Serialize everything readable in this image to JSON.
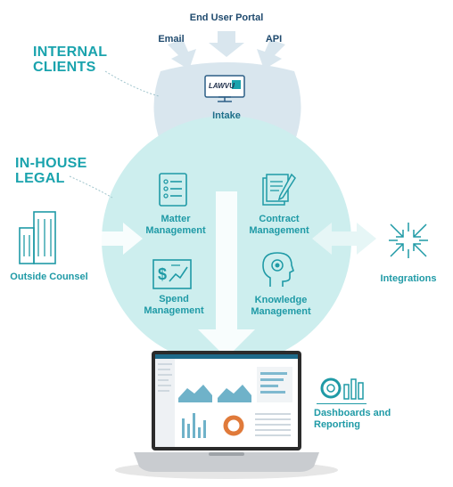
{
  "top": {
    "end_user_portal": "End User Portal",
    "email": "Email",
    "api": "API"
  },
  "internal_clients": {
    "line1": "INTERNAL",
    "line2": "CLIENTS"
  },
  "intake": {
    "logo_text": "LAWVU",
    "label": "Intake"
  },
  "in_house_legal": {
    "line1": "IN-HOUSE",
    "line2": "LEGAL"
  },
  "modules": {
    "matter": {
      "line1": "Matter",
      "line2": "Management"
    },
    "contract": {
      "line1": "Contract",
      "line2": "Management"
    },
    "spend": {
      "line1": "Spend",
      "line2": "Management"
    },
    "knowledge": {
      "line1": "Knowledge",
      "line2": "Management"
    }
  },
  "outside_counsel": "Outside Counsel",
  "integrations": "Integrations",
  "dashboards": {
    "line1": "Dashboards and",
    "line2": "Reporting"
  },
  "colors": {
    "top_shape": "#d9e6ee",
    "main_circle": "#cdeeee",
    "teal_text": "#1f9aa6",
    "dark_text": "#1f4a6e",
    "icon_stroke": "#1f9aa6",
    "arrow": "#ffffff"
  }
}
